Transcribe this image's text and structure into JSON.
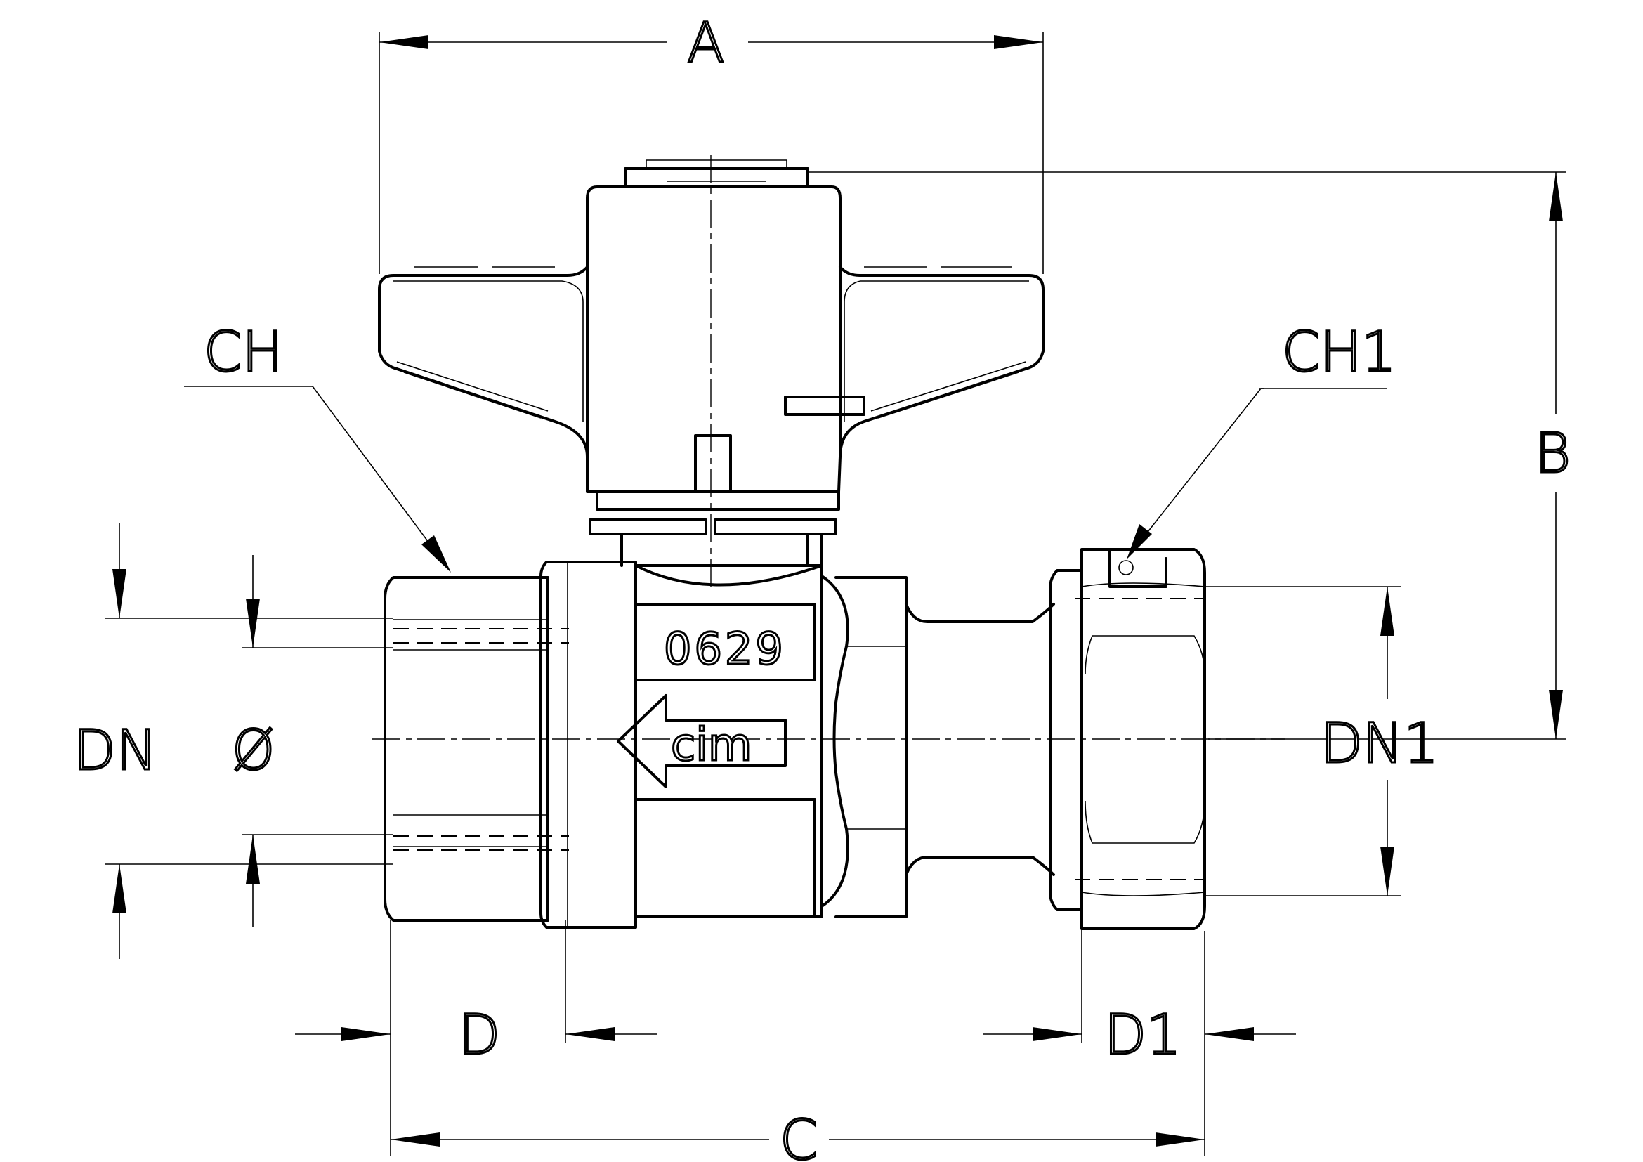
{
  "dimension_labels": {
    "a": "A",
    "b": "B",
    "c": "C",
    "d": "D",
    "d1": "D1",
    "dn": "DN",
    "dn1": "DN1",
    "diameter": "Ø",
    "ch": "CH",
    "ch1": "CH1"
  },
  "body_markings": {
    "number": "0629",
    "brand": "cim"
  },
  "colors": {
    "line": "#000000",
    "background": "#ffffff"
  }
}
